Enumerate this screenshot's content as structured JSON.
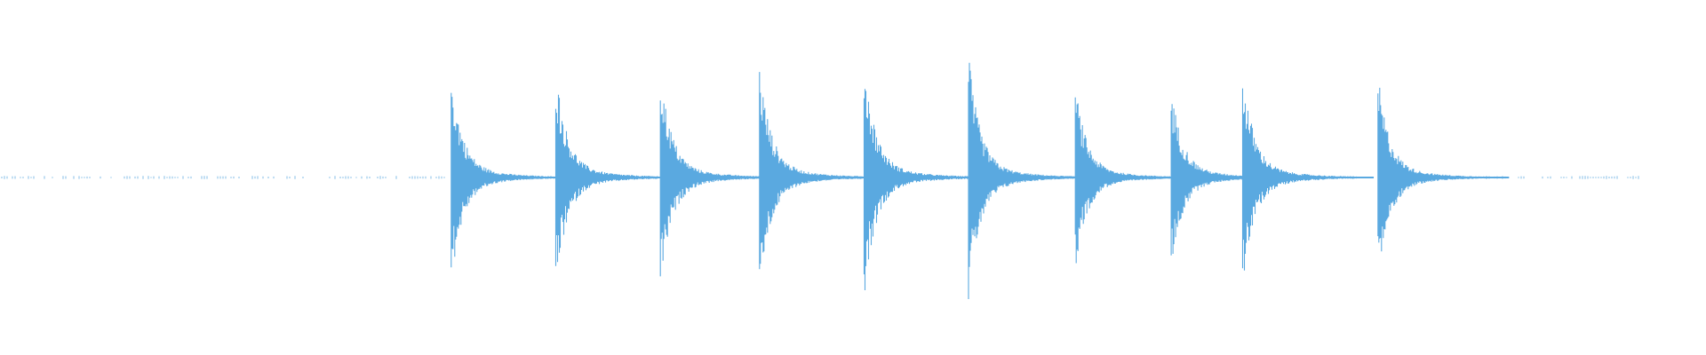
{
  "waveform": {
    "color": "#5aa9e0",
    "background": "#ffffff",
    "baseline_fraction": 0.5,
    "time_span": [
      0,
      1
    ],
    "noise_extent": [
      0.0,
      0.962
    ],
    "silent_gap": [
      0.179,
      0.192
    ],
    "events": [
      {
        "t": 0.2645,
        "amplitude": 0.245
      },
      {
        "t": 0.3258,
        "amplitude": 0.255
      },
      {
        "t": 0.3871,
        "amplitude": 0.255
      },
      {
        "t": 0.4452,
        "amplitude": 0.265
      },
      {
        "t": 0.5065,
        "amplitude": 0.28
      },
      {
        "t": 0.5677,
        "amplitude": 0.285
      },
      {
        "t": 0.6303,
        "amplitude": 0.215
      },
      {
        "t": 0.6865,
        "amplitude": 0.21
      },
      {
        "t": 0.7284,
        "amplitude": 0.255
      },
      {
        "t": 0.8077,
        "amplitude": 0.24
      }
    ],
    "decay_length": 0.035
  }
}
